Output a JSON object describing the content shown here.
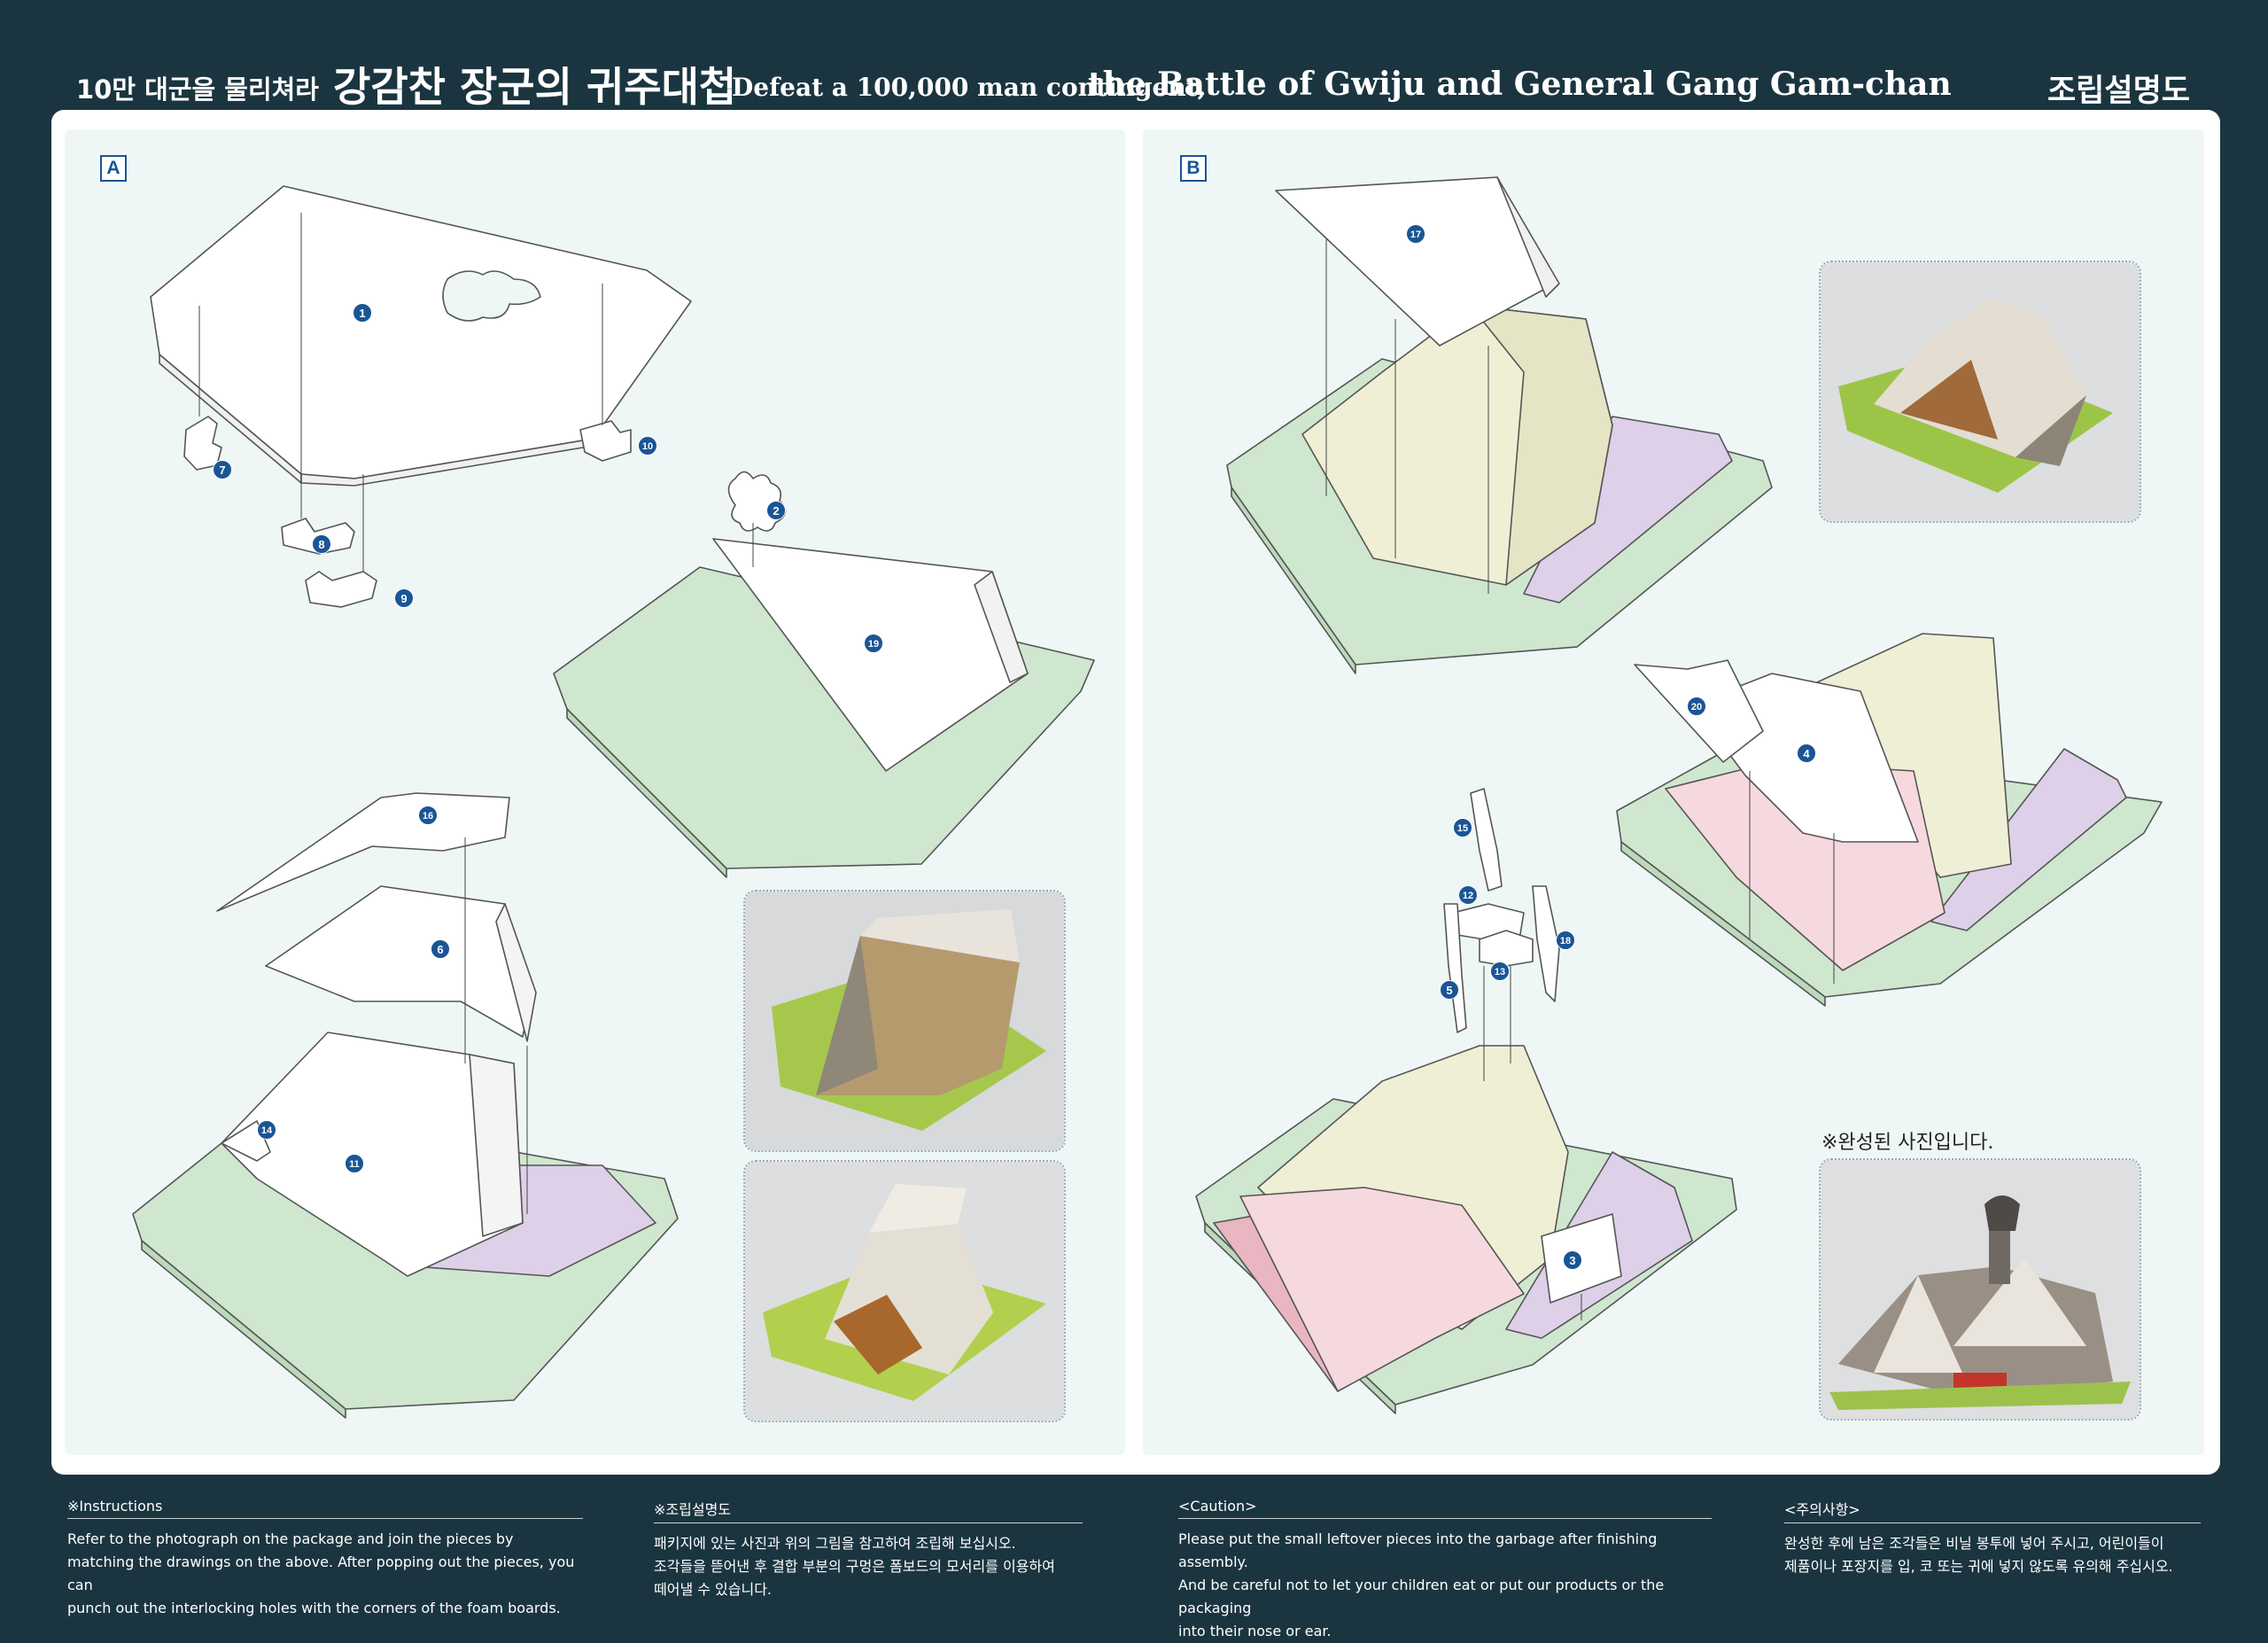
{
  "header": {
    "kr_subtitle": "10만 대군을 물리쳐라",
    "kr_title": "강감찬 장군의 귀주대첩",
    "en_subtitle": "Defeat a 100,000 man contingent,",
    "en_title": "the Battle of Gwiju and General Gang Gam-chan",
    "doc_label": "조립설명도"
  },
  "panels": {
    "a": {
      "letter": "A"
    },
    "b": {
      "letter": "B"
    }
  },
  "parts": {
    "p1": "1",
    "p2": "2",
    "p3": "3",
    "p4": "4",
    "p5": "5",
    "p6": "6",
    "p7": "7",
    "p8": "8",
    "p9": "9",
    "p10": "10",
    "p11": "11",
    "p12": "12",
    "p13": "13",
    "p14": "14",
    "p15": "15",
    "p16": "16",
    "p17": "17",
    "p18": "18",
    "p19": "19",
    "p20": "20"
  },
  "photo_caption": "※완성된 사진입니다.",
  "footer": {
    "instructions": {
      "heading": "※Instructions",
      "lines": [
        "Refer to the photograph on the package and join the pieces by",
        "matching the drawings on the above. After popping out the pieces, you can",
        "punch out the interlocking holes with the corners of the foam boards."
      ]
    },
    "instructions_kr": {
      "heading": "※조립설명도",
      "lines": [
        "패키지에 있는 사진과 위의 그림을 참고하여 조립해 보십시오.",
        "조각들을 뜯어낸 후 결합 부분의 구멍은 폼보드의 모서리를 이용하여",
        "떼어낼 수 있습니다."
      ]
    },
    "caution": {
      "heading": "<Caution>",
      "lines": [
        "Please put the small leftover pieces into the garbage after finishing assembly.",
        "And be careful not to let your children eat or put our products or the packaging",
        "into their nose or ear."
      ]
    },
    "caution_kr": {
      "heading": "<주의사항>",
      "lines": [
        "완성한 후에 남은 조각들은 비닐 봉투에 넣어 주시고, 어린이들이",
        "제품이나 포장지를 입, 코 또는 귀에 넣지 않도록 유의해 주십시오."
      ]
    }
  },
  "colors": {
    "background": "#1b3540",
    "panel": "#eef7f6",
    "base_green": "#cfe6cf",
    "part_yellow": "#efefd6",
    "part_purple": "#ddd0e8",
    "part_pink": "#f6d9df",
    "part_pink_dark": "#e9b6c2",
    "badge_blue": "#1a5596"
  }
}
